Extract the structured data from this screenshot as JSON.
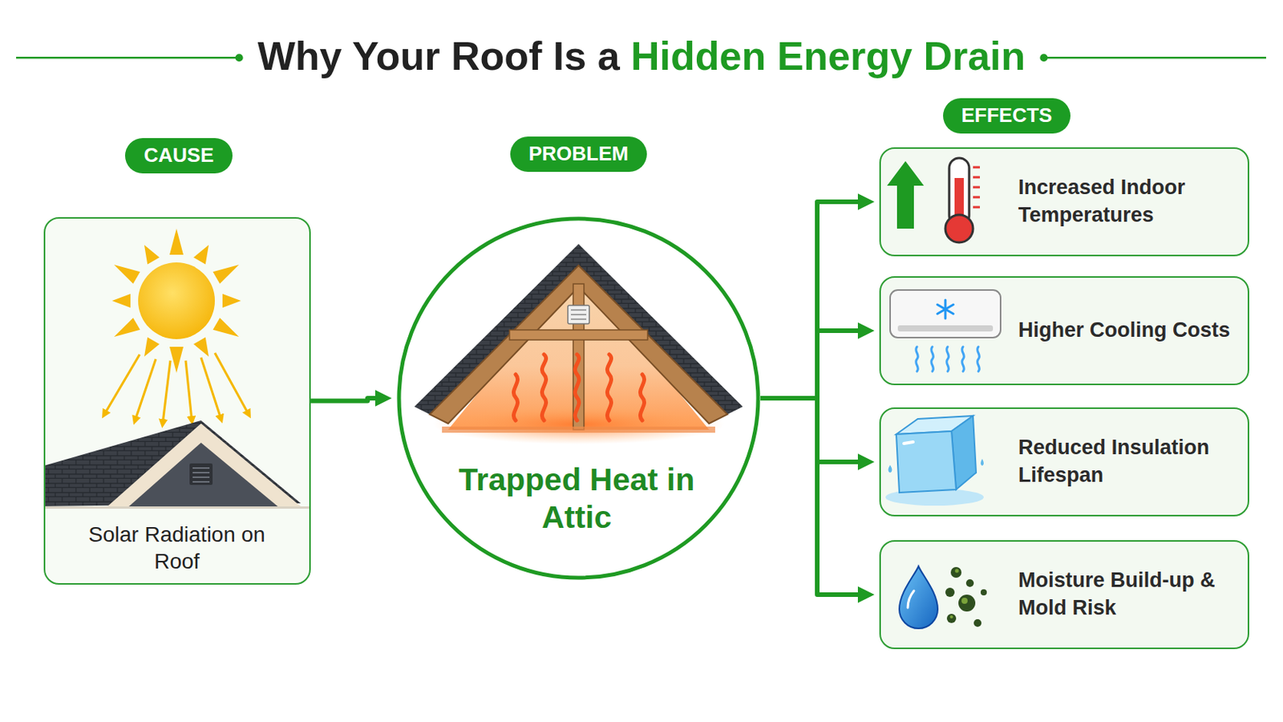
{
  "diagram": {
    "title": "Why Your Roof Is a Hidden Energy Drain",
    "nodes": [
      {
        "text": [
          "CAUSE",
          "Solar Radiation on Roof"
        ]
      },
      {
        "text": [
          "PROBLEM",
          "Trapped Heat in Attic"
        ]
      },
      {
        "text": [
          "Increased Indoor Temperatures"
        ]
      },
      {
        "text": [
          "Higher Cooling Costs"
        ]
      },
      {
        "text": [
          "Reduced Insulation Lifespan"
        ]
      },
      {
        "text": [
          "Moisture Build-up & Mold Risk"
        ]
      }
    ],
    "edges": [
      {
        "from": 0,
        "to": 1,
        "arrow": "to"
      },
      {
        "from": 1,
        "to": 2,
        "arrow": "to"
      },
      {
        "from": 1,
        "to": 3,
        "arrow": "to"
      },
      {
        "from": 1,
        "to": 4,
        "arrow": "to"
      },
      {
        "from": 1,
        "to": 5,
        "arrow": "to"
      }
    ],
    "labels": [
      "EFFECTS"
    ]
  }
}
